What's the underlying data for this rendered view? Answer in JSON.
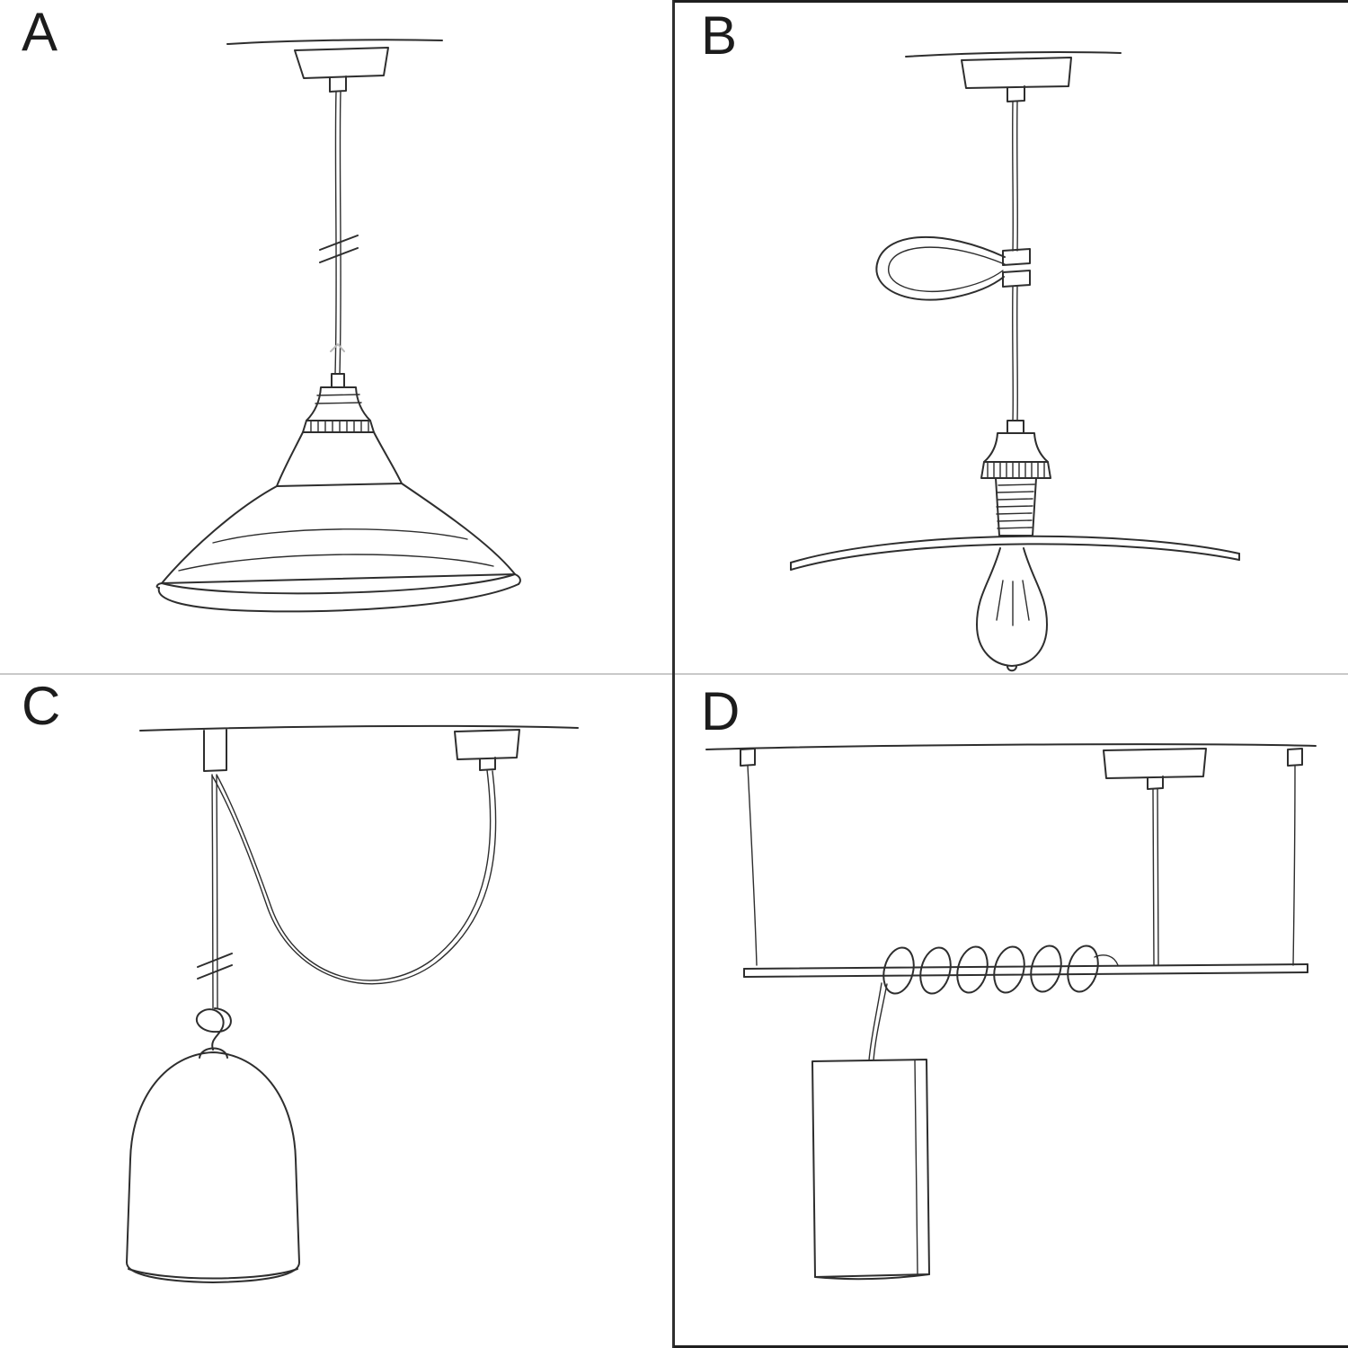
{
  "figure": {
    "ink_color": "#2e2e2e",
    "background_color": "#ffffff",
    "divider_vertical_color": "#2f2f2f",
    "divider_horizontal_color": "#c9c9c9"
  },
  "panels": [
    {
      "label": "A",
      "illustration": "pendant-ceiling-rose-cable-industrial-bowl-shade-sketch"
    },
    {
      "label": "B",
      "illustration": "pendant-cable-wire-hook-flat-plate-shade-exposed-bulb-sketch"
    },
    {
      "label": "C",
      "illustration": "swag-pendant-ceiling-hook-knotted-cable-bell-dome-shade-sketch"
    },
    {
      "label": "D",
      "illustration": "bar-suspension-two-wires-coiled-cable-tube-pendant-sketch"
    }
  ]
}
